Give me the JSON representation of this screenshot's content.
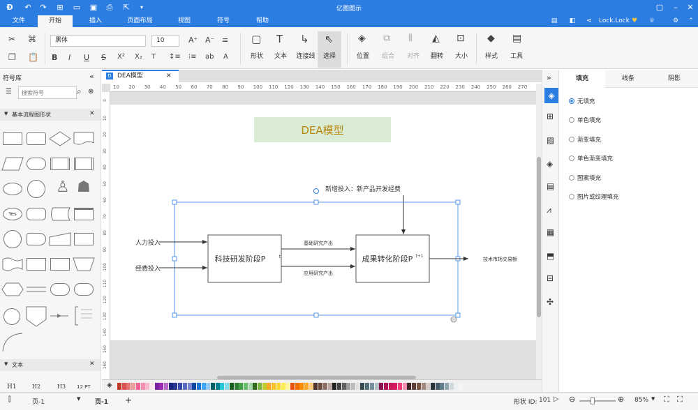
{
  "app": {
    "title": "亿图图示"
  },
  "menu": [
    "文件",
    "开始",
    "插入",
    "页面布局",
    "视图",
    "符号",
    "帮助"
  ],
  "user": {
    "name": "Lock.Lock"
  },
  "ribbon": {
    "font_name": "黑体",
    "font_size": "10",
    "labels": {
      "shape": "形状",
      "text": "文本",
      "connector": "连接线",
      "select": "选择",
      "position": "位置",
      "group": "组合",
      "align": "对齐",
      "rotate": "翻转",
      "size": "大小",
      "style": "样式",
      "tools": "工具"
    }
  },
  "library": {
    "title": "符号库",
    "search_placeholder": "搜索符号",
    "group": "基本流程图形状",
    "text_group": "文本",
    "yes_label": "Yes",
    "headings": [
      "H1",
      "H2",
      "H3",
      "12 PT"
    ]
  },
  "document": {
    "tab": "DEA模型"
  },
  "ruler": {
    "h": [
      "10",
      "20",
      "30",
      "40",
      "50",
      "60",
      "70",
      "80",
      "90",
      "100",
      "110",
      "120",
      "130",
      "140",
      "150",
      "160",
      "170",
      "180",
      "190",
      "200",
      "210",
      "220",
      "230",
      "240",
      "250",
      "260",
      "270"
    ],
    "v": [
      "0",
      "10",
      "20",
      "30",
      "40",
      "50",
      "60",
      "70",
      "80",
      "90",
      "100",
      "110",
      "120",
      "130",
      "140",
      "150",
      "160"
    ]
  },
  "diagram": {
    "title": "DEA模型",
    "input_top": "新增投入：新产品开发经费",
    "stage1": "科技研发阶段P",
    "stage1_sup": "t",
    "stage2": "成果转化阶段P",
    "stage2_sup": "t+1",
    "in1": "人力投入",
    "in2": "经费投入",
    "mid1": "基础研究产出",
    "mid2": "应用研究产出",
    "output": "技术市场交易额"
  },
  "fill_panel": {
    "tabs": [
      "填充",
      "线条",
      "阴影"
    ],
    "options": [
      "无填充",
      "单色填充",
      "渐变填充",
      "单色渐变填充",
      "图案填充",
      "图片或纹理填充"
    ],
    "selected": 0
  },
  "status": {
    "page_select": "页-1",
    "page_tab": "页-1",
    "add": "+",
    "shape_id_label": "形状 ID:",
    "shape_id": "101",
    "zoom": "85%"
  },
  "colors": {
    "accent": "#2b7de1",
    "title_bg": "#d9ebd3",
    "title_fg": "#b8860b"
  }
}
